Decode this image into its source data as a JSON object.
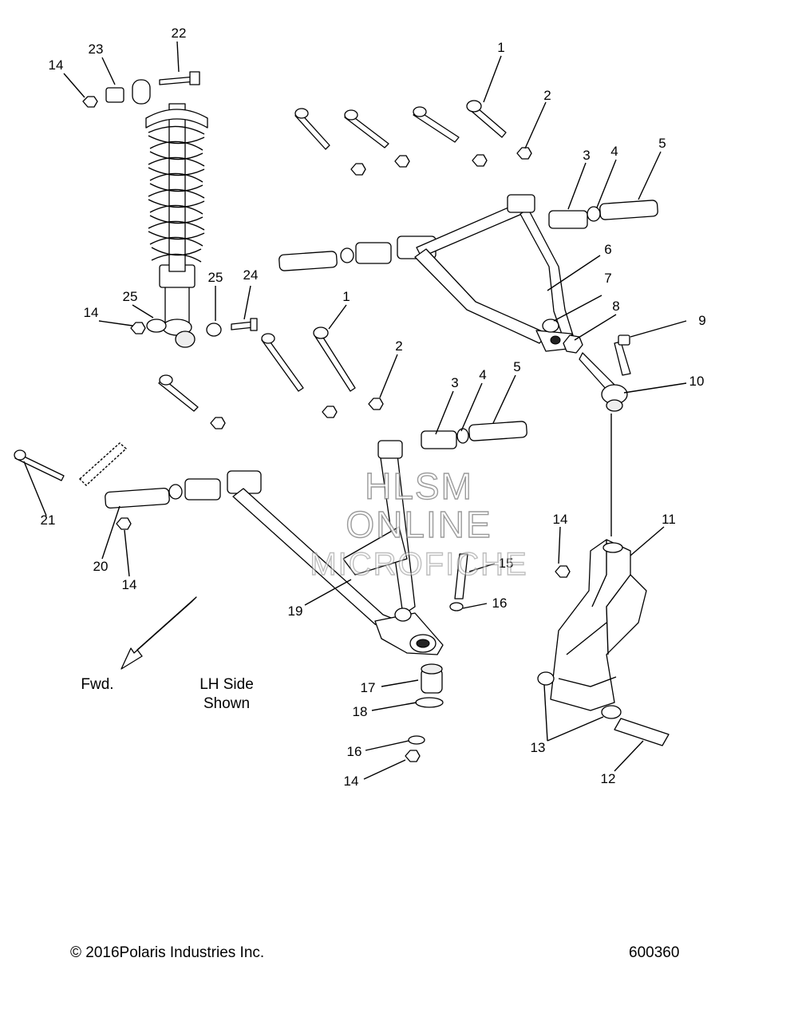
{
  "callouts": [
    {
      "id": "c22",
      "text": "22"
    },
    {
      "id": "c23",
      "text": "23"
    },
    {
      "id": "c14a",
      "text": "14"
    },
    {
      "id": "c1a",
      "text": "1"
    },
    {
      "id": "c2a",
      "text": "2"
    },
    {
      "id": "c3a",
      "text": "3"
    },
    {
      "id": "c4a",
      "text": "4"
    },
    {
      "id": "c5a",
      "text": "5"
    },
    {
      "id": "c6",
      "text": "6"
    },
    {
      "id": "c7",
      "text": "7"
    },
    {
      "id": "c8",
      "text": "8"
    },
    {
      "id": "c9",
      "text": "9"
    },
    {
      "id": "c10",
      "text": "10"
    },
    {
      "id": "c25",
      "text": "25"
    },
    {
      "id": "c24",
      "text": "24"
    },
    {
      "id": "c14b",
      "text": "14"
    },
    {
      "id": "c25b",
      "text": "25"
    },
    {
      "id": "c1b",
      "text": "1"
    },
    {
      "id": "c2b",
      "text": "2"
    },
    {
      "id": "c3b",
      "text": "3"
    },
    {
      "id": "c4b",
      "text": "4"
    },
    {
      "id": "c5b",
      "text": "5"
    },
    {
      "id": "c21",
      "text": "21"
    },
    {
      "id": "c20",
      "text": "20"
    },
    {
      "id": "c14c",
      "text": "14"
    },
    {
      "id": "c19",
      "text": "19"
    },
    {
      "id": "c15",
      "text": "15"
    },
    {
      "id": "c16a",
      "text": "16"
    },
    {
      "id": "c14d",
      "text": "14"
    },
    {
      "id": "c11",
      "text": "11"
    },
    {
      "id": "c17",
      "text": "17"
    },
    {
      "id": "c18",
      "text": "18"
    },
    {
      "id": "c16b",
      "text": "16"
    },
    {
      "id": "c14e",
      "text": "14"
    },
    {
      "id": "c13",
      "text": "13"
    },
    {
      "id": "c12",
      "text": "12"
    }
  ],
  "notes": {
    "fwd": "Fwd.",
    "side_line1": "LH Side",
    "side_line2": "Shown"
  },
  "watermark": {
    "line1": "HLSM",
    "line2": "ONLINE",
    "line3": "MICROFICHE"
  },
  "footer": {
    "copyright": "© 2016Polaris Industries Inc.",
    "figure_number": "600360"
  },
  "colors": {
    "line": "#000000",
    "watermark": "#8a8a8a",
    "background": "#ffffff"
  }
}
